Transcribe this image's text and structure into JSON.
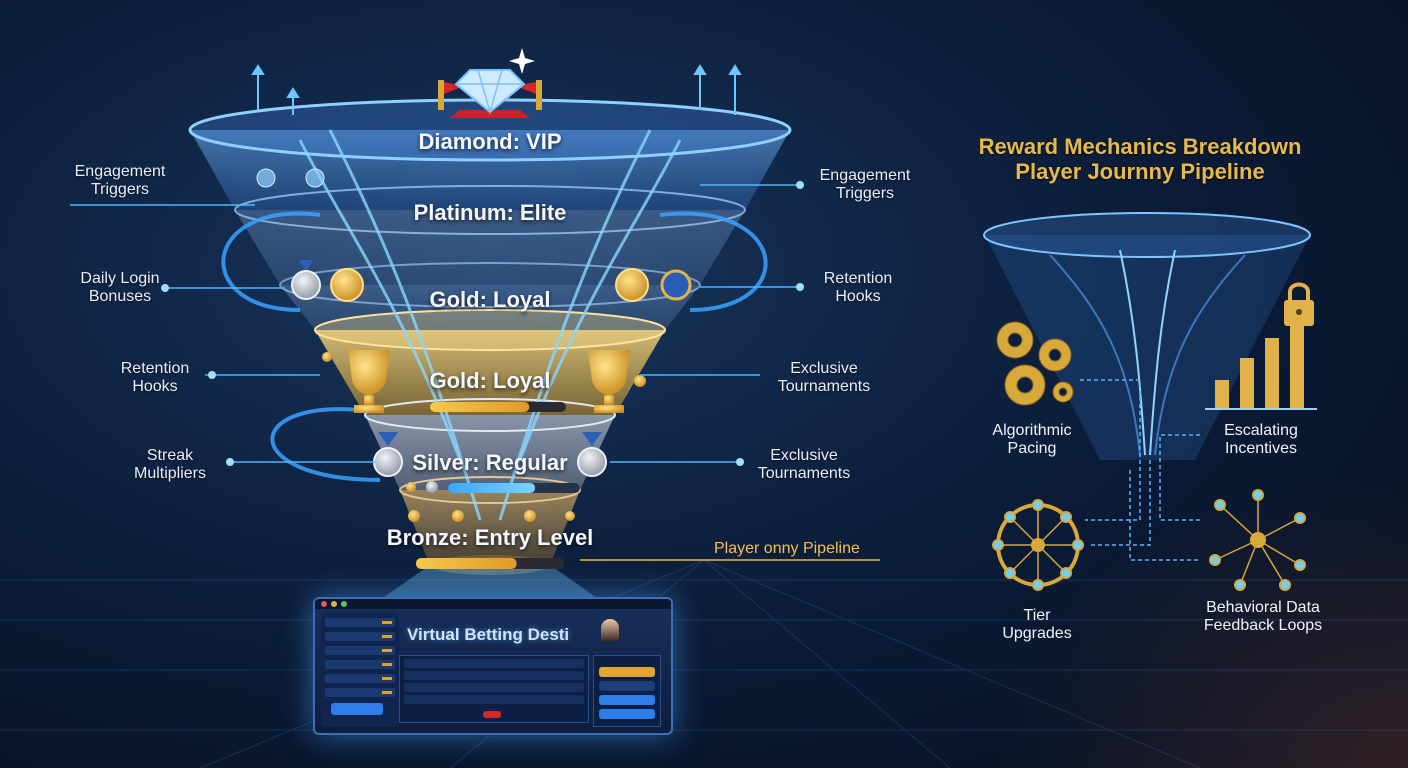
{
  "funnel": {
    "top_label": "Diamond: VIP",
    "tiers": [
      {
        "name": "Platinum: Elite"
      },
      {
        "name": "Gold: Loyal"
      },
      {
        "name": "Gold: Loyal",
        "progress": 0.73
      },
      {
        "name": "Silver: Regular",
        "progress": 0.66
      },
      {
        "name": "Bronze: Entry Level",
        "progress": 0.68
      }
    ]
  },
  "left_labels": [
    "Engagement\nTriggers",
    "Daily Login\nBonuses",
    "Retention\nHooks",
    "Streak\nMultipliers"
  ],
  "right_labels": [
    "Engagement\nTriggers",
    "Retention\nHooks",
    "Exclusive\nTournaments",
    "Exclusive\nTournaments"
  ],
  "pipeline_label": "Player onny Pipeline",
  "dashboard": {
    "title": "Virtual Betting Desti"
  },
  "right_panel": {
    "title_line1": "Reward Mechanics Breakdown",
    "title_line2": "Player Journny Pipeline",
    "labels": {
      "algorithmic": "Algorithmic\nPacing",
      "escalating": "Escalating\nIncentives",
      "tier": "Tier\nUpgrades",
      "behavioral": "Behavioral Data\nFeedback Loops"
    }
  },
  "colors": {
    "accent_blue": "#4fb6ff",
    "gold": "#e8b84b",
    "silver": "#c8ccd6",
    "bronze": "#a7834a"
  }
}
